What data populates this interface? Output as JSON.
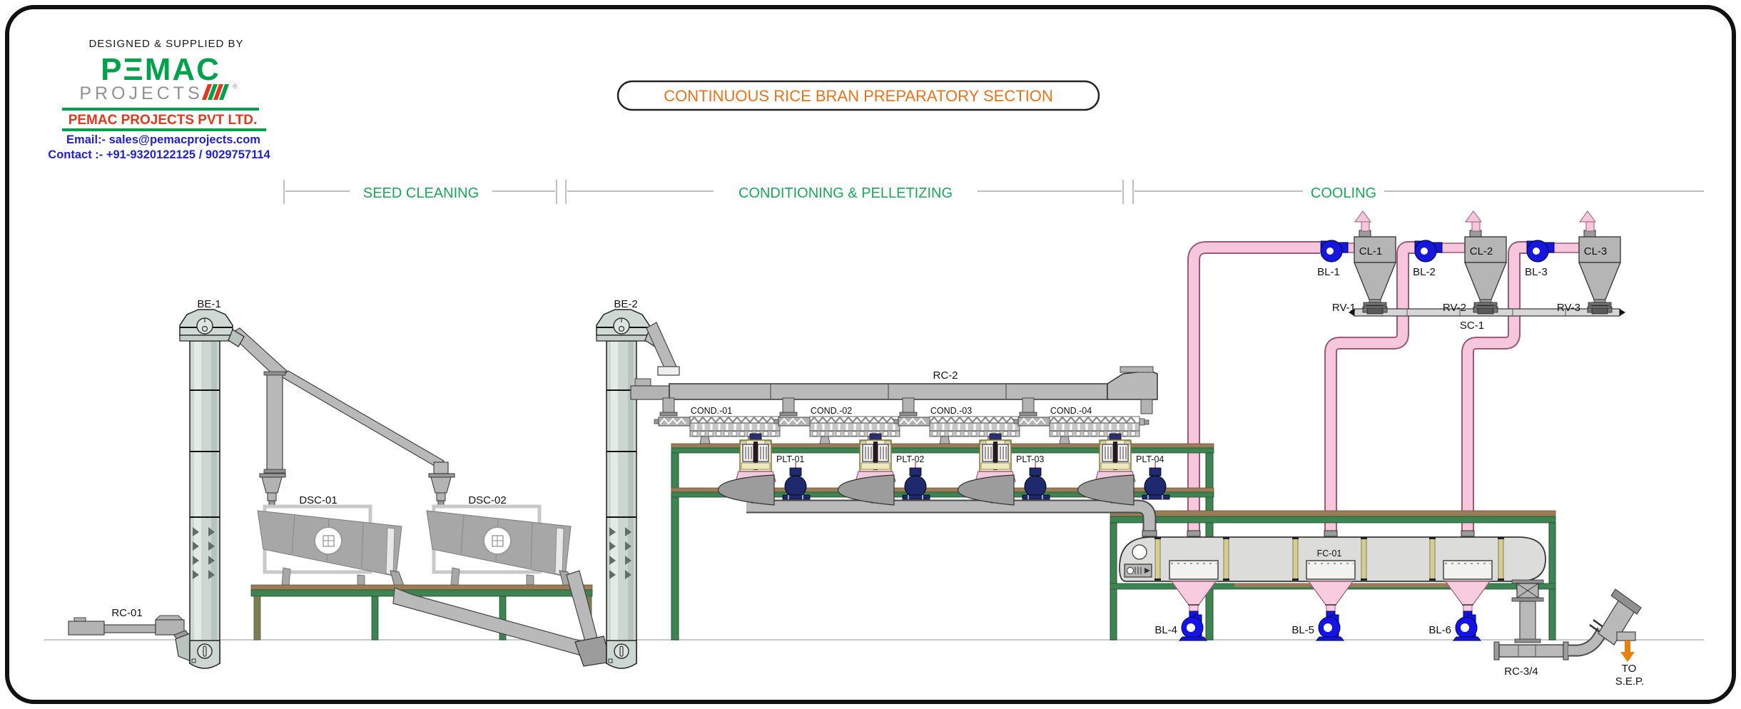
{
  "branding": {
    "designed_by": "DESIGNED & SUPPLIED BY",
    "logo_word": "PΞMAC",
    "logo_sub": "PROJECTS",
    "trademark": "®",
    "company": "PEMAC PROJECTS PVT LTD.",
    "email_line": "Email:- sales@pemacprojects.com",
    "contact_line": "Contact :- +91-9320122125 / 9029757114"
  },
  "title": "CONTINUOUS RICE BRAN PREPARATORY SECTION",
  "sections": {
    "seed_cleaning": "SEED CLEANING",
    "conditioning": "CONDITIONING & PELLETIZING",
    "cooling": "COOLING"
  },
  "equipment": {
    "be1": "BE-1",
    "be2": "BE-2",
    "rc01": "RC-01",
    "rc2": "RC-2",
    "rc34": "RC-3/4",
    "dsc01": "DSC-01",
    "dsc02": "DSC-02",
    "cond": [
      "COND.-01",
      "COND.-02",
      "COND.-03",
      "COND.-04"
    ],
    "plt": [
      "PLT-01",
      "PLT-02",
      "PLT-03",
      "PLT-04"
    ],
    "bl": [
      "BL-1",
      "BL-2",
      "BL-3",
      "BL-4",
      "BL-5",
      "BL-6"
    ],
    "cl": [
      "CL-1",
      "CL-2",
      "CL-3"
    ],
    "rv": [
      "RV-1",
      "RV-2",
      "RV-3"
    ],
    "sc1": "SC-1",
    "fc01": "FC-01",
    "to_sep": [
      "TO",
      "S.E.P."
    ]
  },
  "colors": {
    "accent_green": "#00A14B",
    "header_green": "#1CA65C",
    "title_orange": "#E8731A",
    "company_red": "#E03A1E",
    "contact_blue": "#2222CC",
    "pipe_pink": "#F6C6DC",
    "blower_blue": "#1616DF",
    "structure_green": "#3E8452",
    "beam_tan": "#9B7C58",
    "machine_gray": "#B9B9B9"
  }
}
